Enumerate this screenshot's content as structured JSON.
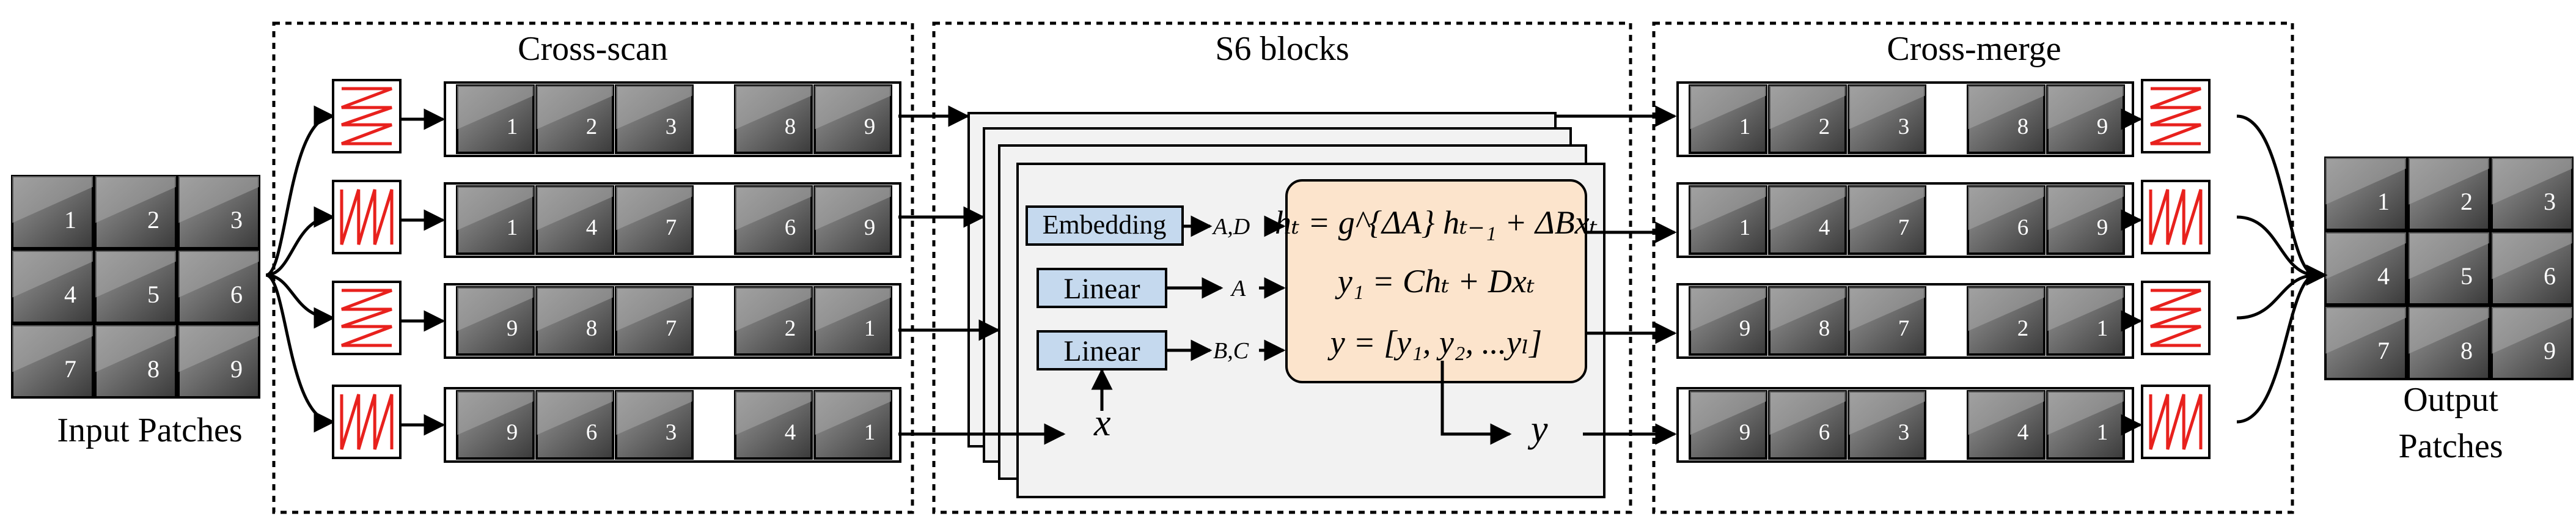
{
  "sections": {
    "cross_scan": "Cross-scan",
    "s6_blocks": "S6 blocks",
    "cross_merge": "Cross-merge"
  },
  "input": {
    "label": "Input Patches",
    "grid": [
      "1",
      "2",
      "3",
      "4",
      "5",
      "6",
      "7",
      "8",
      "9"
    ]
  },
  "output": {
    "label_line1": "Output",
    "label_line2": "Patches",
    "grid": [
      "1",
      "2",
      "3",
      "4",
      "5",
      "6",
      "7",
      "8",
      "9"
    ]
  },
  "scan_rows": [
    {
      "shown": [
        "1",
        "2",
        "3",
        "8",
        "9"
      ],
      "pattern": "horizontal-zigzag"
    },
    {
      "shown": [
        "1",
        "4",
        "7",
        "6",
        "9"
      ],
      "pattern": "vertical-zigzag"
    },
    {
      "shown": [
        "9",
        "8",
        "7",
        "2",
        "1"
      ],
      "pattern": "horizontal-zigzag"
    },
    {
      "shown": [
        "9",
        "6",
        "3",
        "4",
        "1"
      ],
      "pattern": "vertical-zigzag"
    }
  ],
  "merge_rows": [
    {
      "shown": [
        "1",
        "2",
        "3",
        "8",
        "9"
      ],
      "pattern": "horizontal-zigzag"
    },
    {
      "shown": [
        "1",
        "4",
        "7",
        "6",
        "9"
      ],
      "pattern": "vertical-zigzag"
    },
    {
      "shown": [
        "9",
        "8",
        "7",
        "2",
        "1"
      ],
      "pattern": "horizontal-zigzag"
    },
    {
      "shown": [
        "9",
        "6",
        "3",
        "4",
        "1"
      ],
      "pattern": "vertical-zigzag"
    }
  ],
  "s6": {
    "embedding": "Embedding",
    "embedding_out": "A,D",
    "linear1": "Linear",
    "linear1_out": "A",
    "linear2": "Linear",
    "linear2_out": "B,C",
    "input_var": "x",
    "output_var": "y",
    "eq1": "hₜ = g^{ΔA} hₜ₋₁ + ΔBxₜ",
    "eq2": "y₁ = Chₜ + Dxₜ",
    "eq3": "y = [y₁, y₂, ...yₗ]"
  },
  "colors": {
    "zigzag": "#e8211d",
    "linear_fill": "#c5d9ee",
    "equation_fill": "#fce4cc",
    "panel_fill": "#f2f2f2",
    "tile_dark": "#3d3d3d",
    "tile_light": "#8a8a8a"
  }
}
